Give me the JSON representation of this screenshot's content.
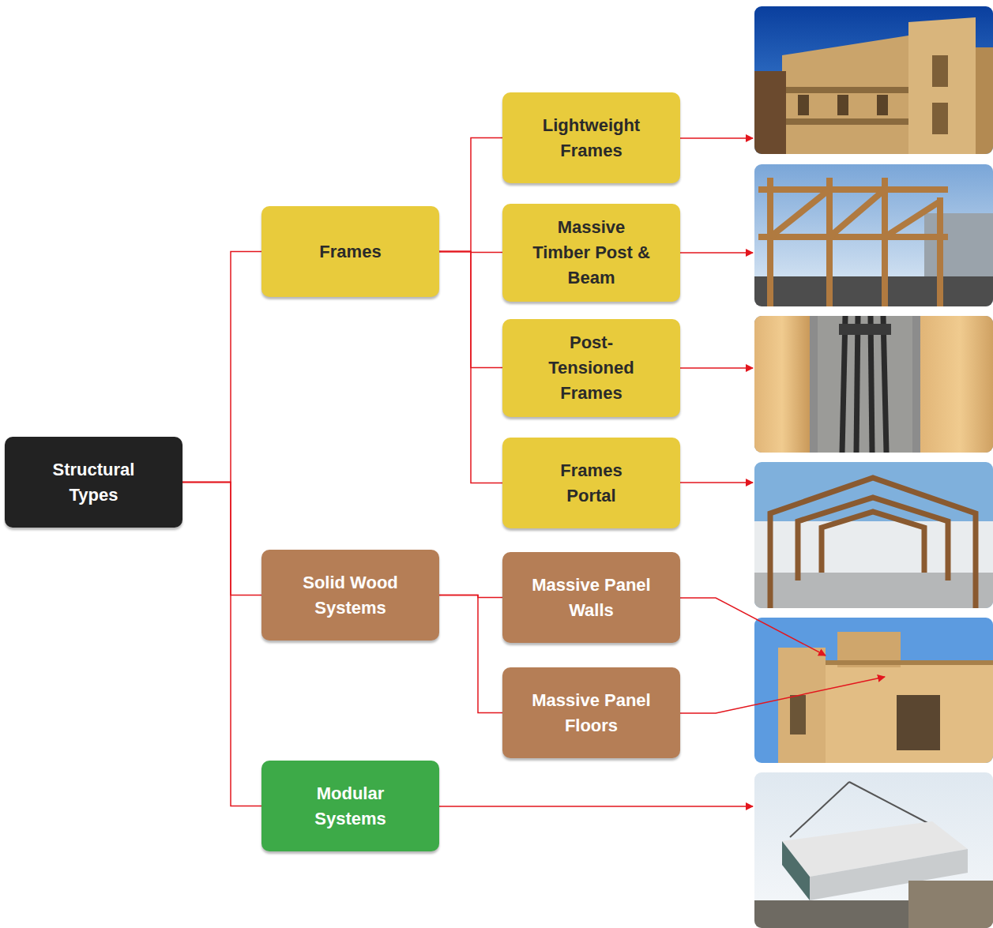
{
  "diagram": {
    "nodes": [
      {
        "text": [
          "Structural Types"
        ]
      },
      {
        "text": [
          "Frames"
        ]
      },
      {
        "text": [
          "Lightweight Frames"
        ]
      },
      {
        "text": [
          "Massive Timber Post & Beam"
        ]
      },
      {
        "text": [
          "Post- Tensioned Frames"
        ]
      },
      {
        "text": [
          "Frames Portal"
        ]
      },
      {
        "text": [
          "Solid Wood Systems"
        ]
      },
      {
        "text": [
          "Massive Panel Walls"
        ]
      },
      {
        "text": [
          "Massive Panel Floors"
        ]
      },
      {
        "text": [
          "Modular Systems"
        ]
      }
    ],
    "edges": [
      {
        "from": 0,
        "to": 1,
        "arrow": "none"
      },
      {
        "from": 0,
        "to": 6,
        "arrow": "none"
      },
      {
        "from": 0,
        "to": 9,
        "arrow": "none"
      },
      {
        "from": 1,
        "to": 2,
        "arrow": "none"
      },
      {
        "from": 1,
        "to": 3,
        "arrow": "none"
      },
      {
        "from": 1,
        "to": 4,
        "arrow": "none"
      },
      {
        "from": 1,
        "to": 5,
        "arrow": "none"
      },
      {
        "from": 6,
        "to": 7,
        "arrow": "none"
      },
      {
        "from": 6,
        "to": 8,
        "arrow": "none"
      }
    ]
  }
}
